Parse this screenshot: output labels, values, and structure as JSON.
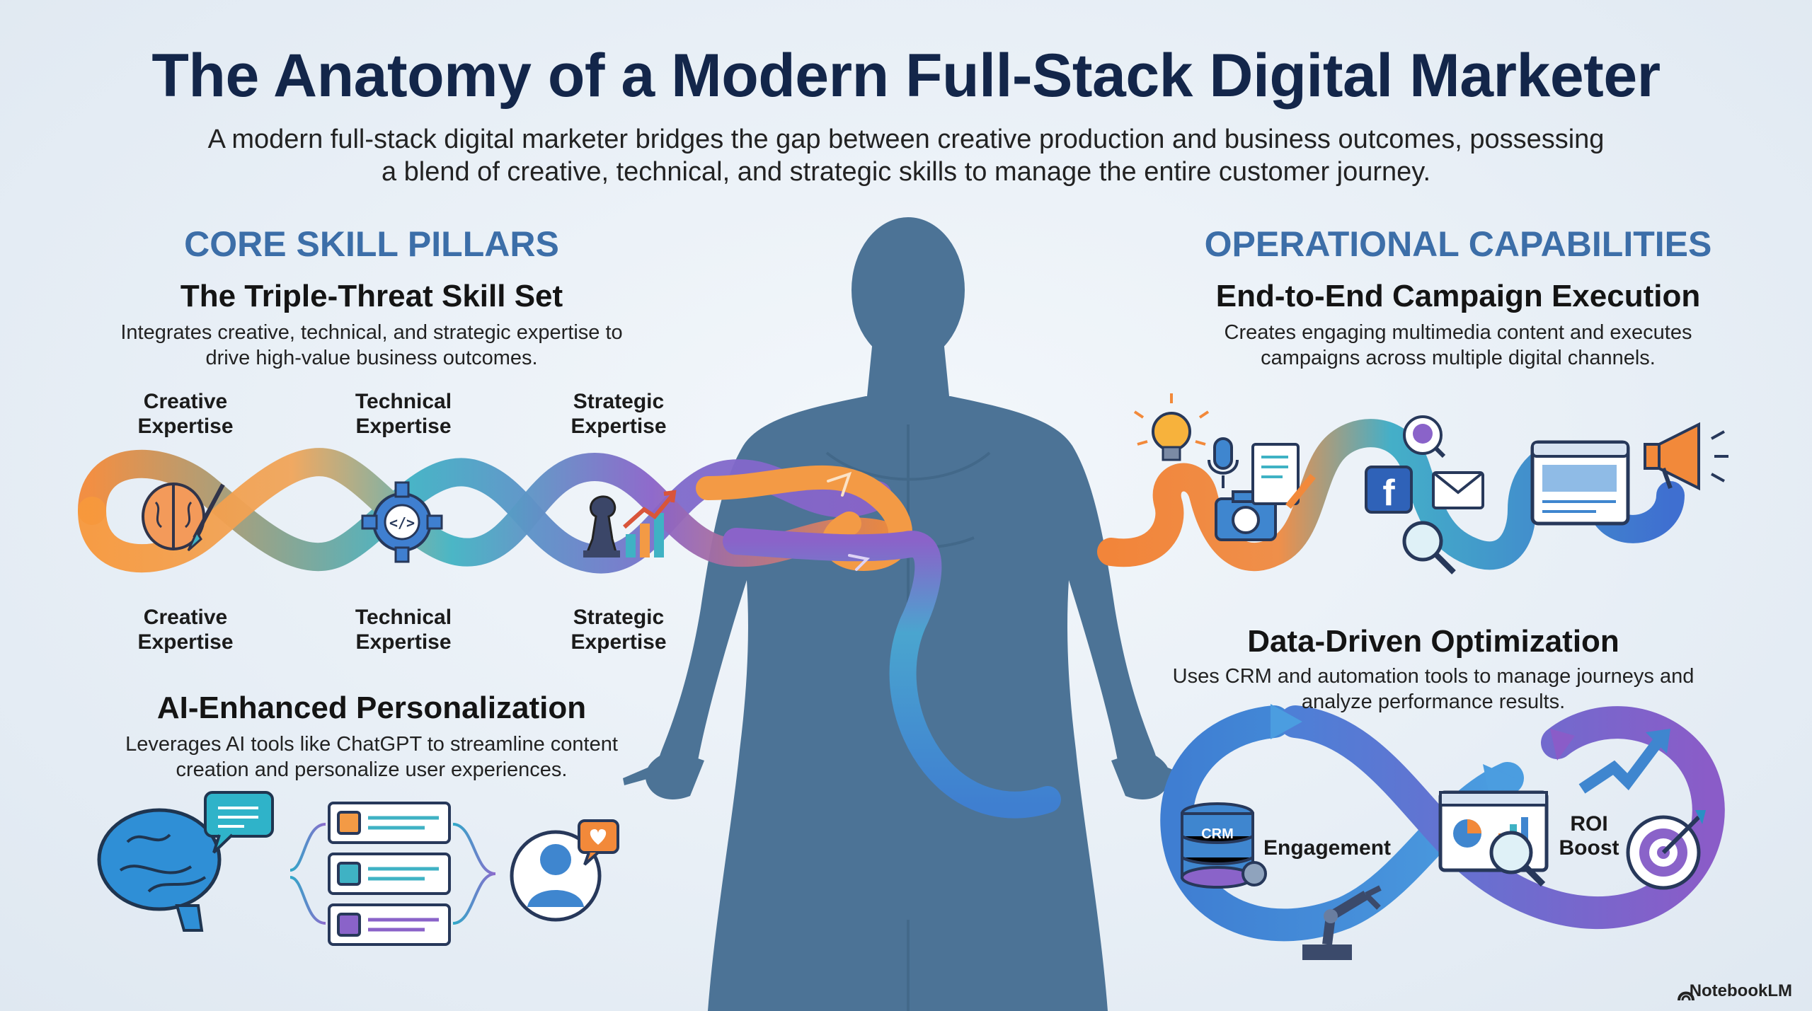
{
  "header": {
    "title": "The Anatomy of a Modern Full-Stack Digital Marketer",
    "subtitle": "A modern full-stack digital marketer bridges the gap between creative production and business outcomes, possessing a blend of creative, technical, and strategic skills to manage the entire customer journey."
  },
  "left": {
    "section_title": "CORE SKILL PILLARS",
    "triple": {
      "title": "The Triple-Threat Skill Set",
      "text": "Integrates creative, technical, and strategic expertise to drive high-value business outcomes.",
      "top_labels": [
        "Creative Expertise",
        "Technical Expertise",
        "Strategic Expertise"
      ],
      "bottom_labels": [
        "Creative Expertise",
        "Technical Expertise",
        "Strategic Expertise"
      ],
      "icons": [
        "brain-paintbrush-icon",
        "code-gear-icon",
        "chess-growth-chart-icon"
      ]
    },
    "ai": {
      "title": "AI-Enhanced Personalization",
      "text": "Leverages AI tools like ChatGPT to streamline content creation and personalize user experiences.",
      "icons": [
        "ai-brain-chat-icon",
        "content-card-icon",
        "user-profile-heart-icon"
      ]
    }
  },
  "right": {
    "section_title": "OPERATIONAL CAPABILITIES",
    "campaign": {
      "title": "End-to-End Campaign Execution",
      "text": "Creates engaging multimedia content and executes campaigns across multiple digital channels.",
      "icons": [
        "lightbulb-icon",
        "microphone-icon",
        "camera-icon",
        "document-pen-icon",
        "facebook-icon",
        "analytics-search-icon",
        "email-icon",
        "magnifier-icon",
        "browser-window-icon",
        "megaphone-icon"
      ]
    },
    "data": {
      "title": "Data-Driven Optimization",
      "text": "Uses CRM and automation tools to manage journeys and analyze performance results.",
      "crm_label": "CRM",
      "engagement_label": "Engagement",
      "roi_label": "ROI Boost",
      "icons": [
        "crm-database-icon",
        "robot-arm-icon",
        "dashboard-magnifier-icon",
        "target-arrow-icon"
      ]
    }
  },
  "footer": {
    "brand": "NotebookLM"
  },
  "colors": {
    "orange": "#f2893a",
    "teal": "#3fb2c4",
    "purple": "#8a63c9",
    "blue": "#3f86cf",
    "silhouette": "#4c7396",
    "heading_blue": "#3c6ea8",
    "title_navy": "#13264a"
  }
}
